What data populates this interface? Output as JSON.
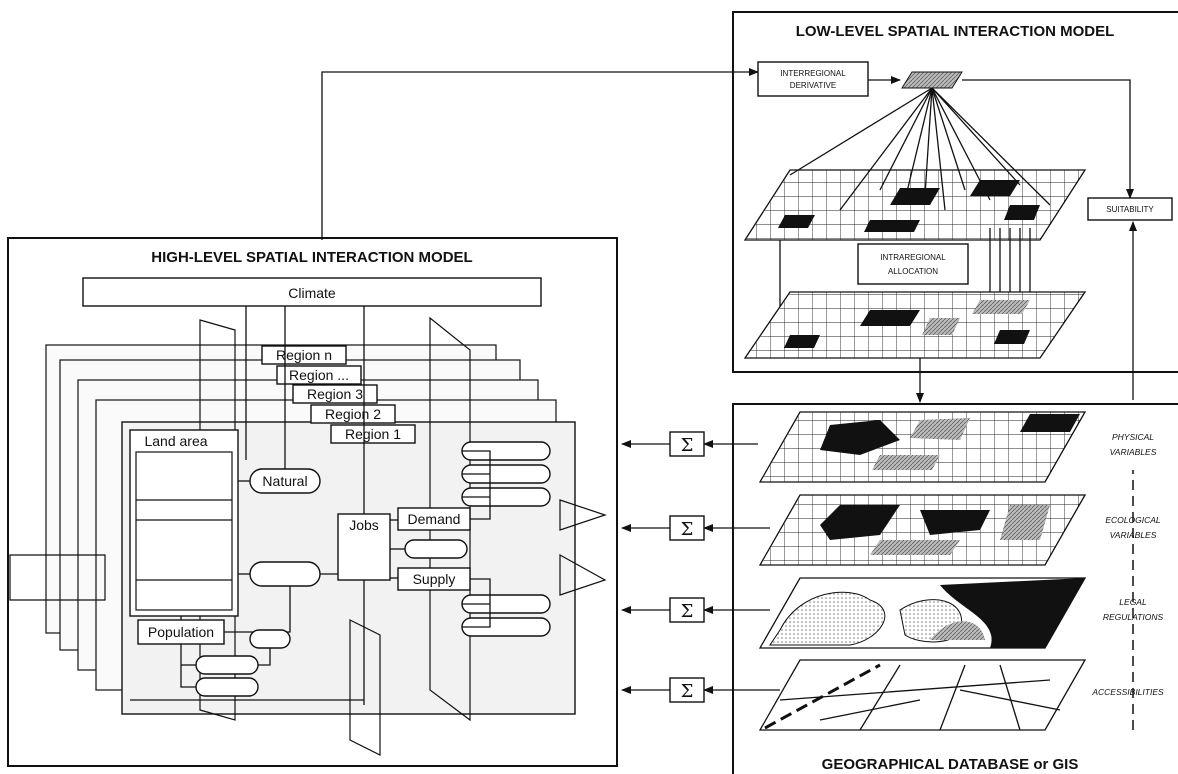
{
  "titles": {
    "low_level": "LOW-LEVEL SPATIAL INTERACTION MODEL",
    "high_level": "HIGH-LEVEL SPATIAL INTERACTION MODEL",
    "database": "GEOGRAPHICAL DATABASE or GIS"
  },
  "low_level": {
    "interregional_line1": "INTERREGIONAL",
    "interregional_line2": "DERIVATIVE",
    "intraregional_line1": "INTRAREGIONAL",
    "intraregional_line2": "ALLOCATION",
    "suitability": "SUITABILITY"
  },
  "high_level": {
    "climate": "Climate",
    "regions": [
      "Region n",
      "Region ...",
      "Region 3",
      "Region 2",
      "Region 1"
    ],
    "land_area": "Land area",
    "natural": "Natural",
    "jobs": "Jobs",
    "demand": "Demand",
    "supply": "Supply",
    "population": "Population"
  },
  "layers": {
    "physical_line1": "PHYSICAL",
    "physical_line2": "VARIABLES",
    "ecological_line1": "ECOLOGICAL",
    "ecological_line2": "VARIABLES",
    "legal_line1": "LEGAL",
    "legal_line2": "REGULATIONS",
    "accessibilities": "ACCESSIBILITIES",
    "sum_symbol": "Σ"
  }
}
